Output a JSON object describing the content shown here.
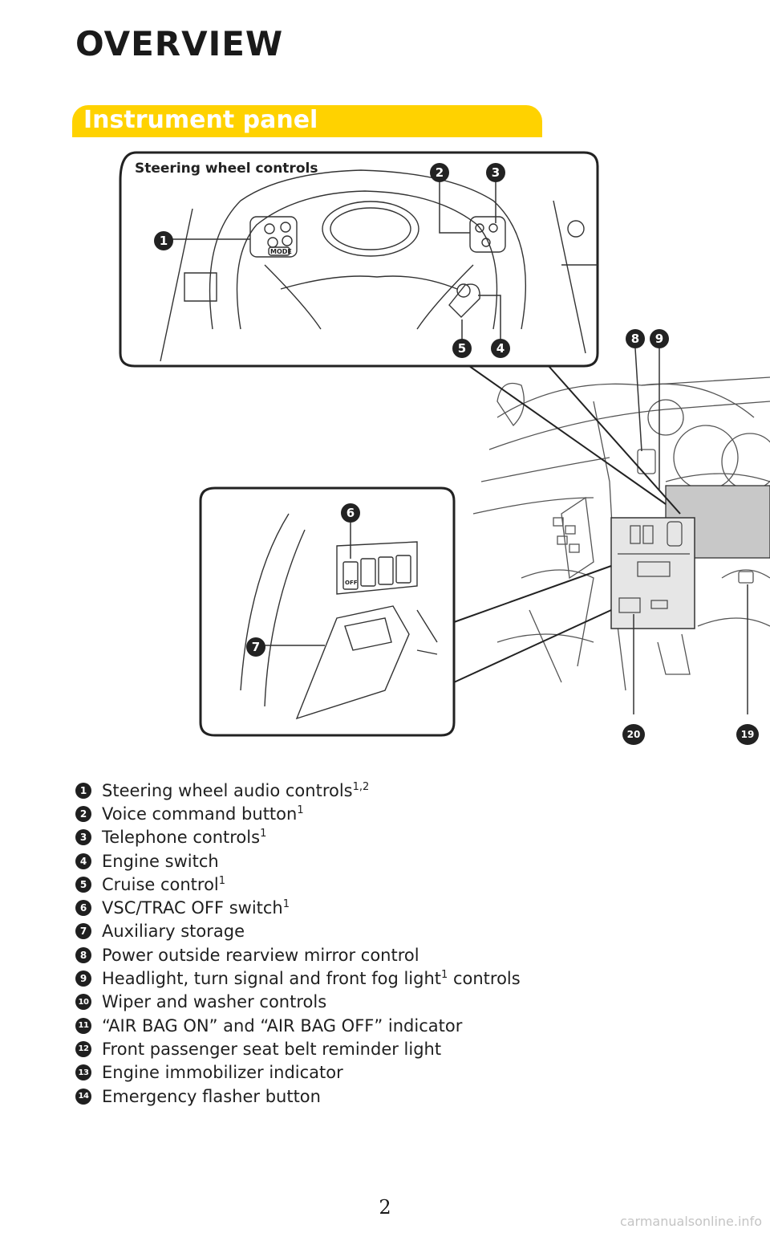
{
  "page": {
    "title": "OVERVIEW",
    "section_title": "Instrument panel",
    "inset_label": "Steering wheel controls",
    "page_number": "2",
    "watermark": "carmanualsonline.info"
  },
  "colors": {
    "banner": "#ffd200",
    "ink": "#1f1f1f"
  },
  "callouts": {
    "c1": "1",
    "c2": "2",
    "c3": "3",
    "c4": "4",
    "c5": "5",
    "c6": "6",
    "c7": "7",
    "c8": "8",
    "c9": "9",
    "c19": "19",
    "c20": "20"
  },
  "illustration_labels": {
    "mode_button": "MODE",
    "off_label": "OFF"
  },
  "legend": [
    {
      "num": "1",
      "text": "Steering wheel audio controls",
      "sup": "1,2",
      "after": ""
    },
    {
      "num": "2",
      "text": "Voice command button",
      "sup": "1",
      "after": ""
    },
    {
      "num": "3",
      "text": "Telephone controls",
      "sup": "1",
      "after": ""
    },
    {
      "num": "4",
      "text": "Engine switch",
      "sup": "",
      "after": ""
    },
    {
      "num": "5",
      "text": "Cruise control",
      "sup": "1",
      "after": ""
    },
    {
      "num": "6",
      "text": "VSC/TRAC OFF switch",
      "sup": "1",
      "after": ""
    },
    {
      "num": "7",
      "text": "Auxiliary storage",
      "sup": "",
      "after": ""
    },
    {
      "num": "8",
      "text": "Power outside rearview mirror control",
      "sup": "",
      "after": ""
    },
    {
      "num": "9",
      "text": "Headlight, turn signal and front fog light",
      "sup": "1",
      "after": " controls"
    },
    {
      "num": "10",
      "text": "Wiper and washer controls",
      "sup": "",
      "after": ""
    },
    {
      "num": "11",
      "text": "“AIR BAG ON” and “AIR BAG OFF” indicator",
      "sup": "",
      "after": ""
    },
    {
      "num": "12",
      "text": "Front passenger seat belt reminder light",
      "sup": "",
      "after": ""
    },
    {
      "num": "13",
      "text": "Engine immobilizer indicator",
      "sup": "",
      "after": ""
    },
    {
      "num": "14",
      "text": "Emergency flasher button",
      "sup": "",
      "after": ""
    }
  ]
}
